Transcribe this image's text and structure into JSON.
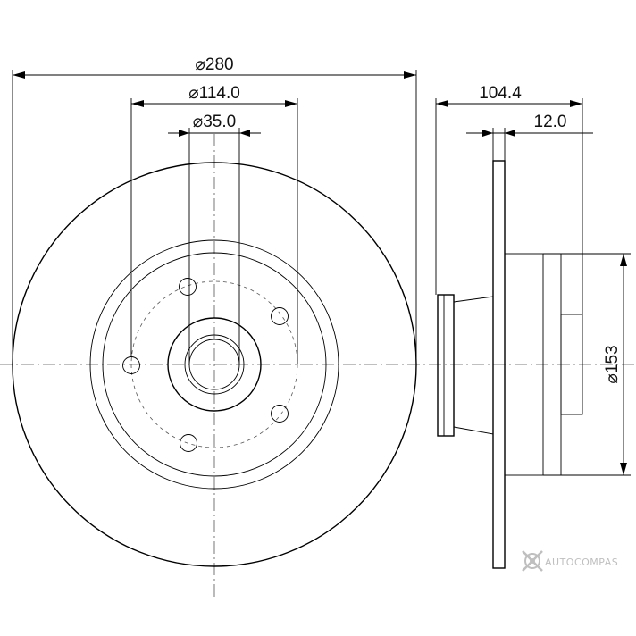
{
  "dimensions": {
    "outer_diameter": "280",
    "pcd_diameter": "114.0",
    "center_bore": "35.0",
    "total_height": "104.4",
    "disc_thickness": "12.0",
    "hub_diameter": "153"
  },
  "watermark": {
    "brand": "AUTOCOMPAS",
    "icon": "autocompas-logo-icon"
  }
}
